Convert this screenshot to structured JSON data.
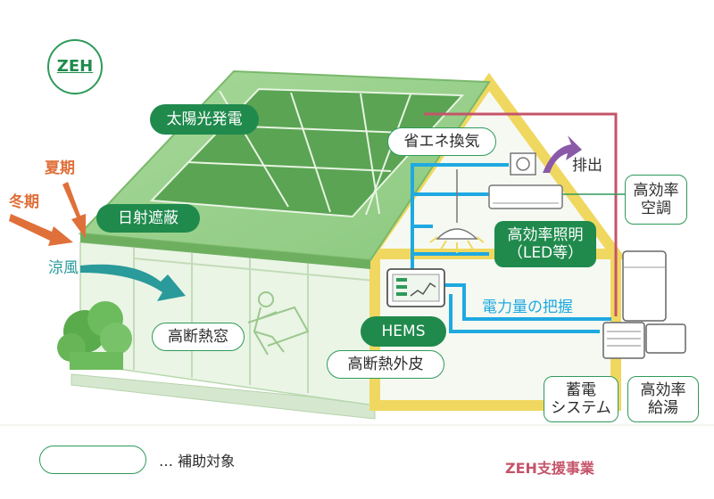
{
  "badge": "ZEH",
  "season": {
    "summer": "夏期",
    "winter": "冬期"
  },
  "breeze": "涼風",
  "exhaust": "排出",
  "monitoring": "電力量の把握",
  "labels": {
    "solar": "太陽光発電",
    "shading": "日射遮蔽",
    "ventilation": "省エネ換気",
    "aircon_line1": "高効率",
    "aircon_line2": "空調",
    "lighting_line1": "高効率照明",
    "lighting_line2": "（LED等）",
    "hems": "HEMS",
    "window": "高断熱窓",
    "envelope": "高断熱外皮",
    "storage_line1": "蓄電",
    "storage_line2": "システム",
    "water_line1": "高効率",
    "water_line2": "給湯"
  },
  "legend": {
    "text": "… 補助対象"
  },
  "footer": "ZEH支援事業",
  "colors": {
    "subsidy_green": "#1f8a4c",
    "border_green": "#2e9a5a",
    "electric_blue": "#1fa9e1",
    "heat_red": "#c5546a",
    "arrow_orange": "#e0703a",
    "breeze_teal": "#2a9a9a",
    "exhaust_purple": "#8a5aa8"
  }
}
